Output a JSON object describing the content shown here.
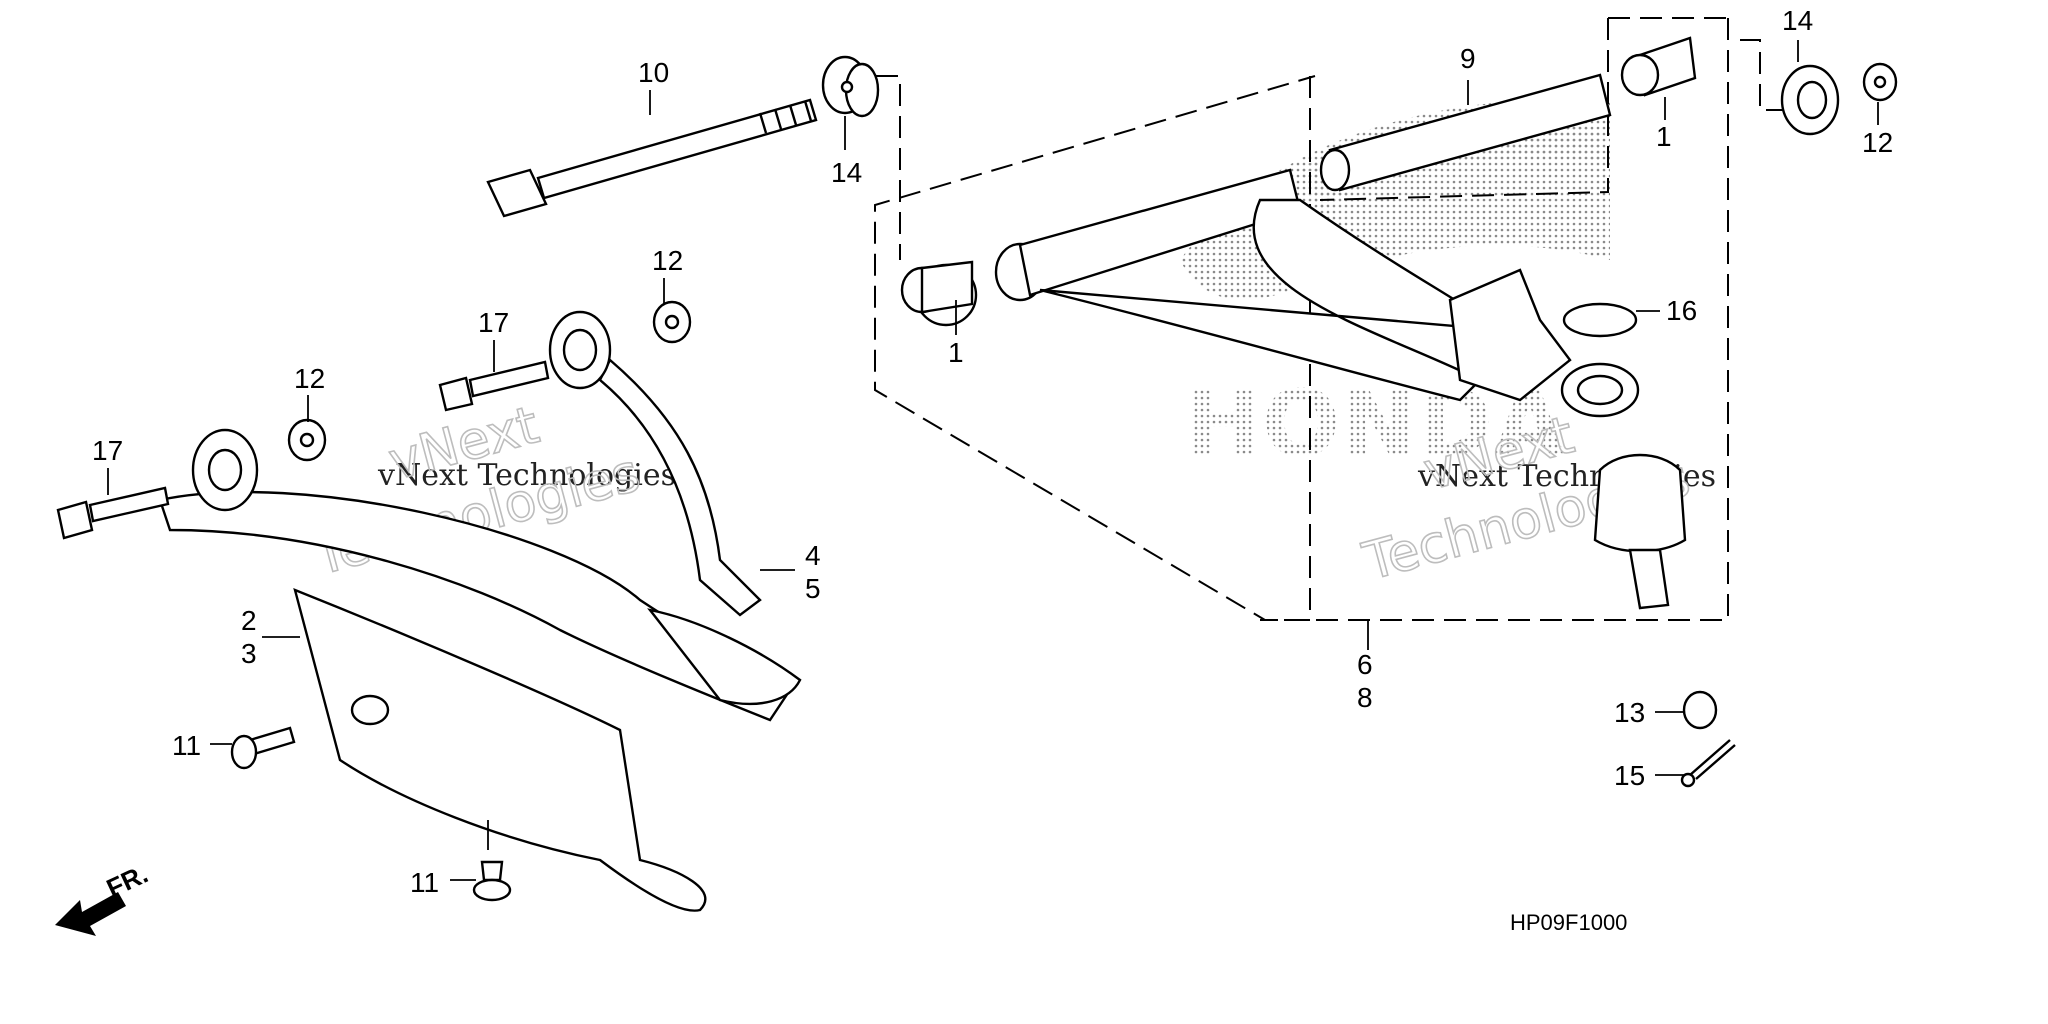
{
  "callouts": {
    "c1a": "1",
    "c1b": "1",
    "c2": "2",
    "c3": "3",
    "c4": "4",
    "c5": "5",
    "c6": "6",
    "c8": "8",
    "c9": "9",
    "c10": "10",
    "c11a": "11",
    "c11b": "11",
    "c12a": "12",
    "c12b": "12",
    "c12c": "12",
    "c13": "13",
    "c14a": "14",
    "c14b": "14",
    "c15": "15",
    "c16": "16",
    "c17a": "17",
    "c17b": "17"
  },
  "diagram_code": "HP09F1000",
  "direction_label": "FR.",
  "watermark": {
    "line1": "vNext Technologies",
    "outline1": "vNext",
    "outline2": "Technologies",
    "brand": "HONDA"
  }
}
